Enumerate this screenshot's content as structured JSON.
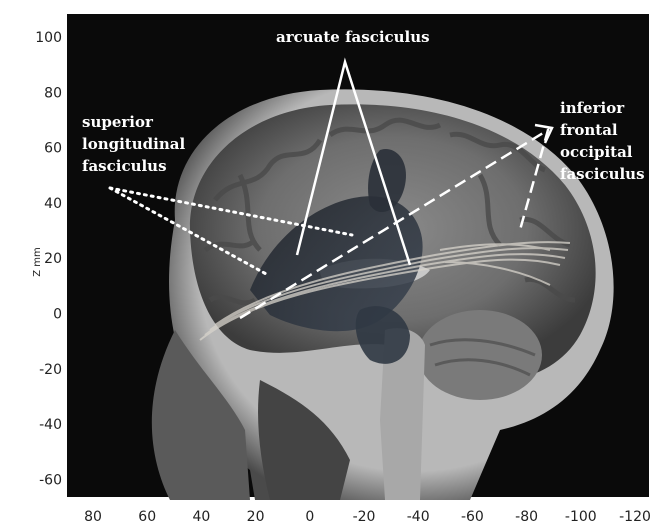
{
  "figure": {
    "y_axis_label": "Z mm",
    "y_ticks": [
      "100",
      "80",
      "60",
      "40",
      "20",
      "0",
      "-20",
      "-40",
      "-60"
    ],
    "x_ticks": [
      "80",
      "60",
      "40",
      "20",
      "0",
      "-20",
      "-40",
      "-60",
      "-80",
      "-100",
      "-120"
    ]
  },
  "annotations": {
    "arcuate": "arcuate fasciculus",
    "slf": "superior\nlongitudinal\nfasciculus",
    "ifof": "inferior\nfrontal\noccipital\nfasciculus"
  },
  "colors": {
    "background": "#0a0a0a",
    "annotation_text": "#ffffff",
    "tract_dark": "#2a3038",
    "tract_light": "#d8d4cc"
  }
}
